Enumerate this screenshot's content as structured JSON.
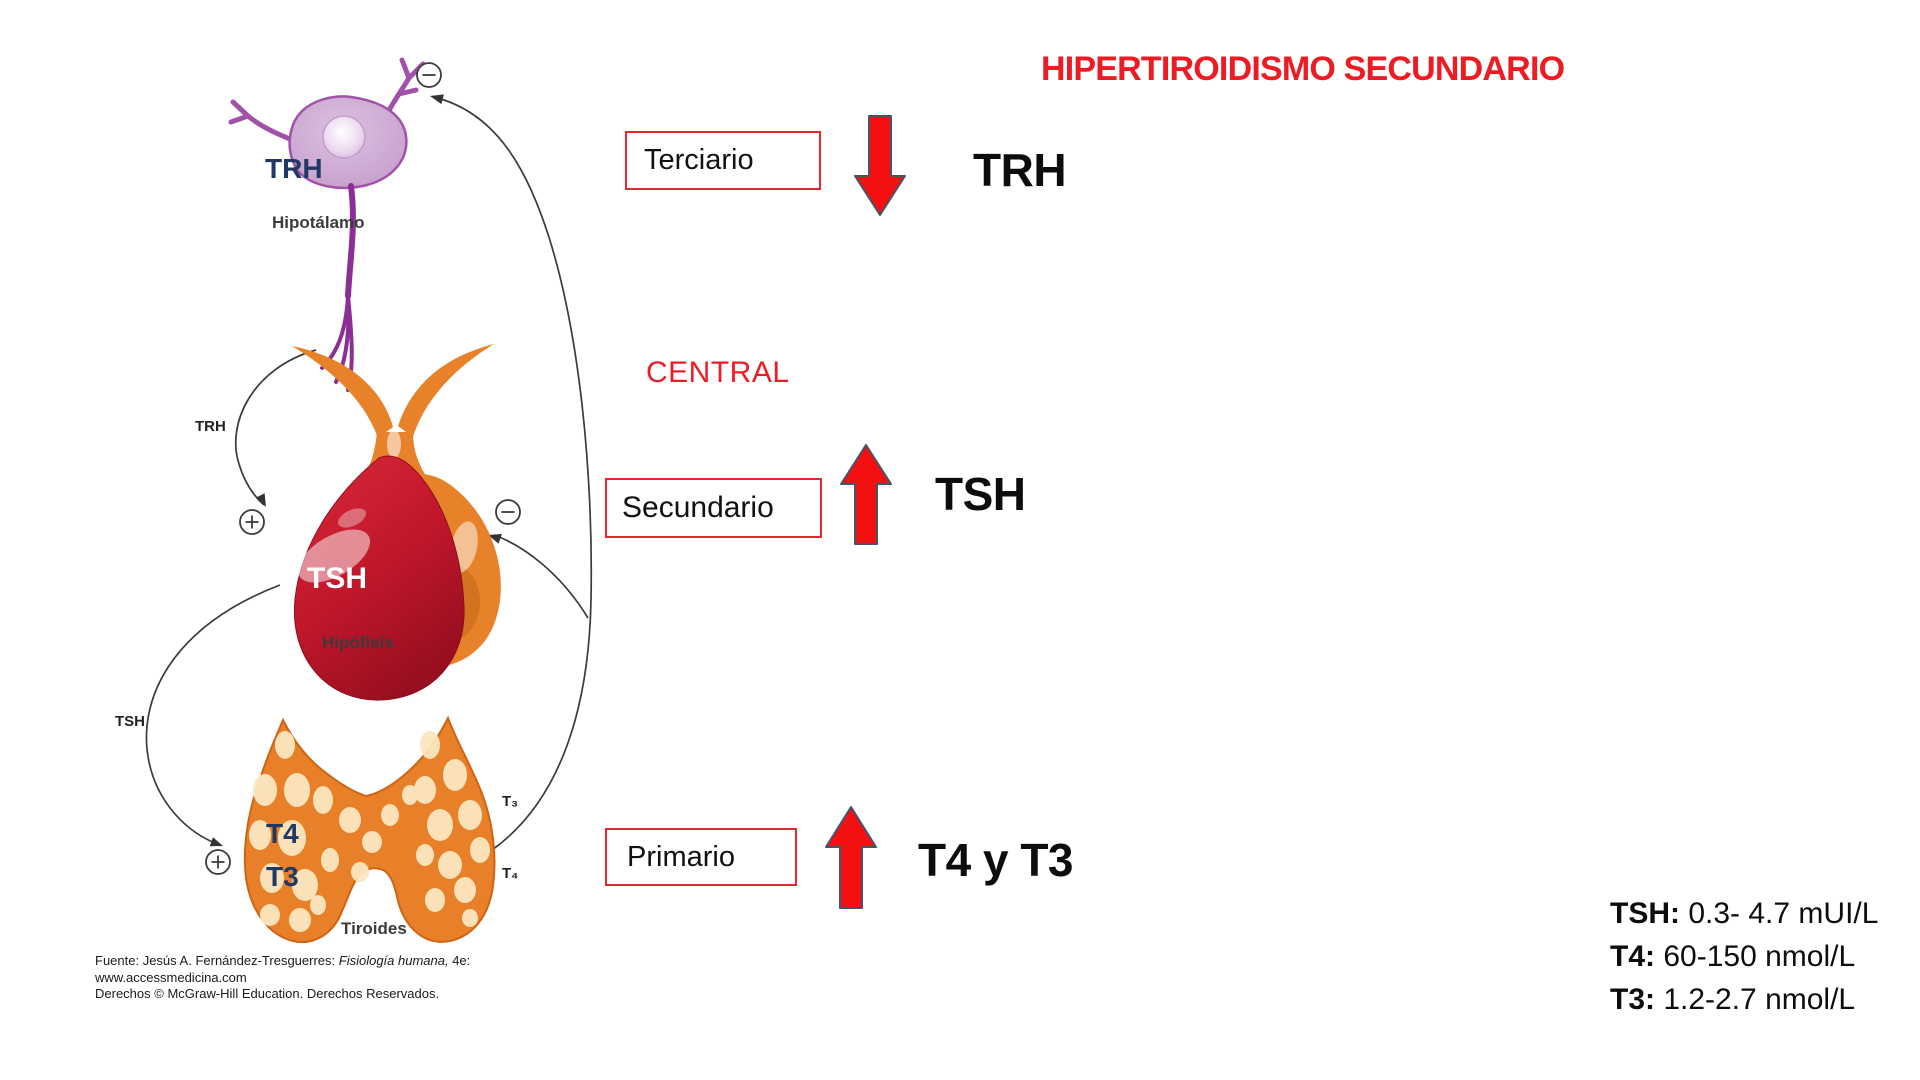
{
  "title": "HIPERTIROIDISMO SECUNDARIO",
  "classification": {
    "central": "CENTRAL"
  },
  "findings": [
    {
      "level": "Terciario",
      "hormone": "TRH",
      "change": "down"
    },
    {
      "level": "Secundario",
      "hormone": "TSH",
      "change": "up"
    },
    {
      "level": "Primario",
      "hormone": "T4 y T3",
      "change": "up"
    }
  ],
  "diagram": {
    "neuron_hormone": "TRH",
    "hypothalamus_label": "Hipotálamo",
    "trh_pathway_label": "TRH",
    "pituitary_hormone": "TSH",
    "pituitary_label": "Hipófisis",
    "tsh_pathway_label": "TSH",
    "thyroid_hormone_t4": "T4",
    "thyroid_hormone_t3": "T3",
    "t3_secretion_label": "T₃",
    "t4_secretion_label": "T₄",
    "thyroid_label": "Tiroides",
    "source": {
      "line1_prefix": "Fuente: Jesús A. Fernández-Tresguerres: ",
      "line1_italic": "Fisiología humana,",
      "line1_suffix": " 4e:",
      "line2": "www.accessmedicina.com",
      "line3": "Derechos © McGraw-Hill Education. Derechos Reservados."
    }
  },
  "reference_values": {
    "tsh": {
      "label": "TSH:",
      "value": "0.3- 4.7 mUI/L"
    },
    "t4": {
      "label": "T4:",
      "value": "60-150 nmol/L"
    },
    "t3": {
      "label": "T3:",
      "value": "1.2-2.7 nmol/L"
    }
  },
  "colors": {
    "accent_red": "#ED1C24",
    "arrow_red": "#F21010",
    "arrow_outline": "#44546A",
    "navy_text": "#1F3864"
  }
}
